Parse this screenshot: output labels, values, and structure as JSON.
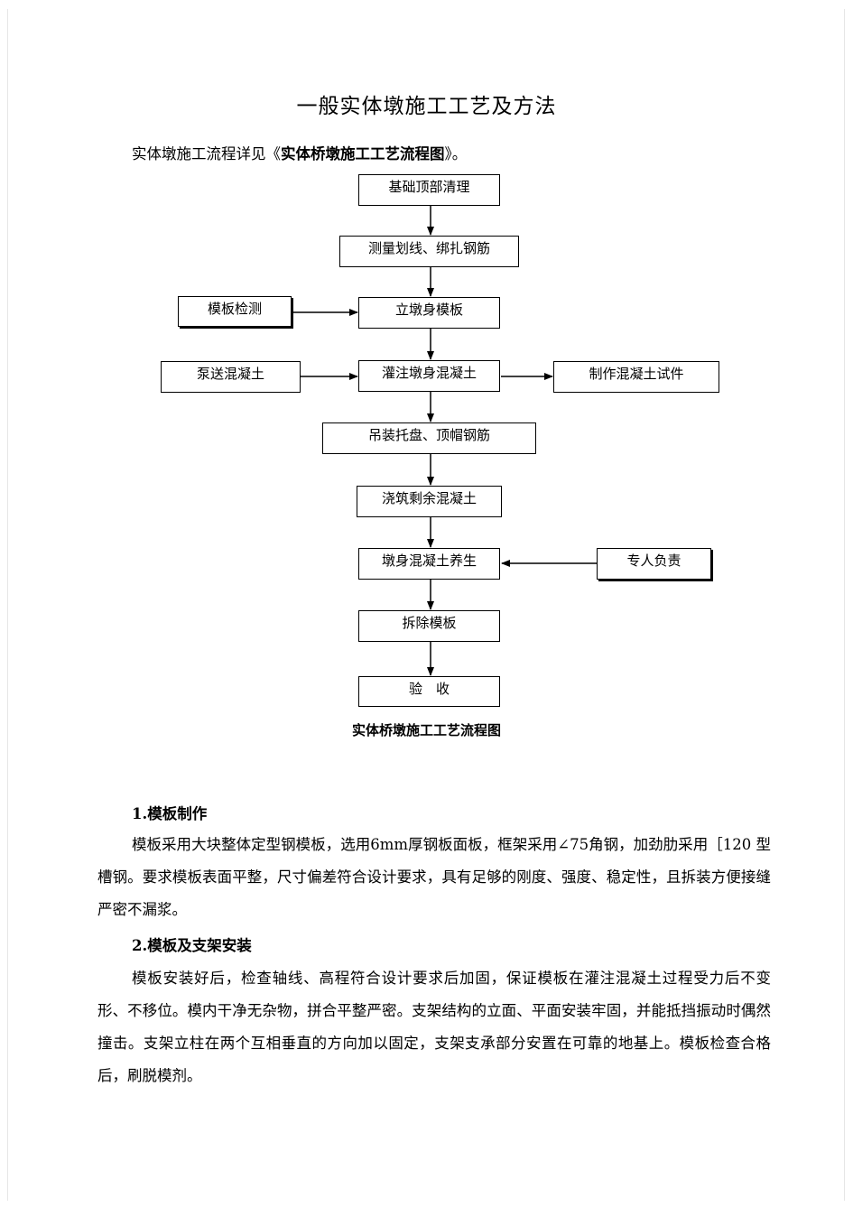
{
  "doc": {
    "title": "一般实体墩施工工艺及方法",
    "intro_prefix": "实体墩施工流程详见《",
    "intro_bold": "实体桥墩施工工艺流程图",
    "intro_suffix": "》。",
    "caption": "实体桥墩施工工艺流程图",
    "section1_heading": "1.模板制作",
    "section1_text": "模板采用大块整体定型钢模板，选用6mm厚钢板面板，框架采用∠75角钢，加劲肋采用［120 型槽钢。要求模板表面平整，尺寸偏差符合设计要求，具有足够的刚度、强度、稳定性，且拆装方便接缝严密不漏浆。",
    "section2_heading": "2.模板及支架安装",
    "section2_text": "模板安装好后，检查轴线、高程符合设计要求后加固，保证模板在灌注混凝土过程受力后不变形、不移位。模内干净无杂物，拼合平整严密。支架结构的立面、平面安装牢固，并能抵挡振动时偶然撞击。支架立柱在两个互相垂直的方向加以固定，支架支承部分安置在可靠的地基上。模板检查合格后，刷脱模剂。"
  },
  "flow": {
    "step1": "基础顶部清理",
    "step2": "测量划线、绑扎钢筋",
    "step3": "立墩身模板",
    "step4": "灌注墩身混凝土",
    "step5": "吊装托盘、顶帽钢筋",
    "step6": "浇筑剩余混凝土",
    "step7": "墩身混凝土养生",
    "step8": "拆除模板",
    "step9": "验　收",
    "side_template_check": "模板检测",
    "side_pump_concrete": "泵送混凝土",
    "side_test_specimen": "制作混凝土试件",
    "side_responsible": "专人负责"
  }
}
